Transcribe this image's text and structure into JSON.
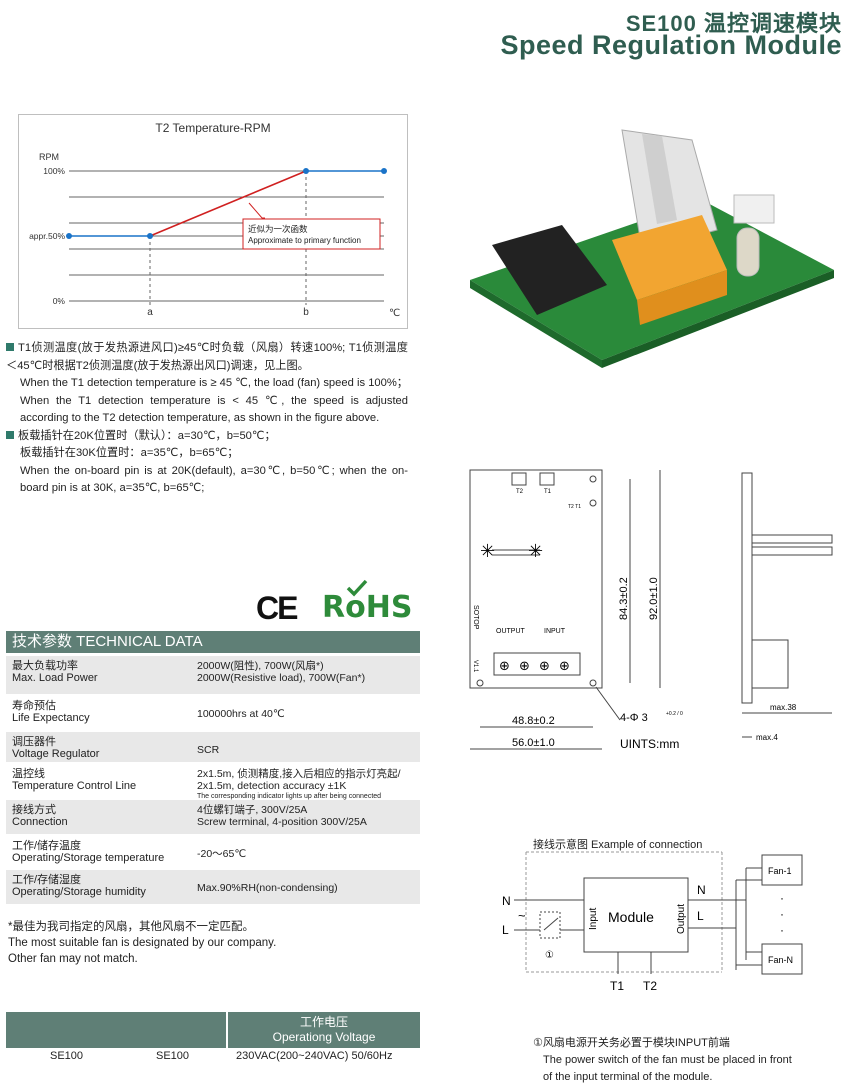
{
  "header": {
    "title_cn": "SE100 温控调速模块",
    "title_en": "Speed Regulation Module"
  },
  "chart_data": {
    "type": "line",
    "title": "T2 Temperature-RPM",
    "ylabel": "RPM",
    "xunit": "℃",
    "categories": [
      "",
      "a",
      "b",
      ""
    ],
    "y_tick_labels": [
      "100%",
      "appr.50%",
      "0%"
    ],
    "x_tick_labels": [
      "a",
      "b"
    ],
    "series": [
      {
        "color": "#1a73c8",
        "x": [
          0,
          1
        ],
        "y": [
          50,
          50
        ]
      },
      {
        "color": "#d02020",
        "x": [
          1,
          2
        ],
        "y": [
          50,
          100
        ]
      },
      {
        "color": "#1a73c8",
        "x": [
          2,
          3
        ],
        "y": [
          100,
          100
        ]
      }
    ],
    "points": [
      [
        0,
        50
      ],
      [
        1,
        50
      ],
      [
        2,
        100
      ],
      [
        3,
        100
      ]
    ],
    "ylim": [
      0,
      100
    ],
    "annotation": {
      "cn": "近似为一次函数",
      "en": "Approximate to primary function"
    }
  },
  "desc": {
    "p1_cn": "T1侦测温度(放于发热源进风口)≥45℃时负载（风扇）转速100%; T1侦测温度＜45℃时根据T2侦测温度(放于发热源出风口)调速，见上图。",
    "p1_en": "When the T1 detection temperature is ≥ 45 ℃, the load (fan) speed is 100%；When the T1 detection temperature is < 45 ℃, the speed is adjusted according to the T2 detection temperature, as shown in the figure above.",
    "p2_cn1": "板载插针在20K位置时（默认）：a=30℃，b=50℃；",
    "p2_cn2": "板载插针在30K位置时：a=35℃，b=65℃；",
    "p2_en": "When the on-board pin is at 20K(default), a=30℃, b=50℃; when the on-board pin is at 30K, a=35℃, b=65℃;"
  },
  "certs": {
    "ce": "CE",
    "rohs": "RoHS"
  },
  "tech": {
    "heading": "技术参数 TECHNICAL DATA",
    "rows": [
      {
        "k_cn": "最大负载功率",
        "k_en": "Max. Load Power",
        "v1": "2000W(阻性), 700W(风扇*)",
        "v2": "2000W(Resistive load), 700W(Fan*)",
        "v3": ""
      },
      {
        "k_cn": "寿命预估",
        "k_en": "Life Expectancy",
        "v1": "100000hrs at 40℃",
        "v2": "",
        "v3": ""
      },
      {
        "k_cn": "调压器件",
        "k_en": "Voltage Regulator",
        "v1": "SCR",
        "v2": "",
        "v3": ""
      },
      {
        "k_cn": "温控线",
        "k_en": "Temperature Control Line",
        "v1": "2x1.5m, 侦测精度,接入后相应的指示灯亮起/",
        "v2": "2x1.5m, detection accuracy ±1K",
        "v3": "The corresponding indicator lights up after being connected"
      },
      {
        "k_cn": "接线方式",
        "k_en": "Connection",
        "v1": "4位螺钉端子, 300V/25A",
        "v2": "Screw terminal, 4-position 300V/25A",
        "v3": ""
      },
      {
        "k_cn": "工作/储存温度",
        "k_en": "Operating/Storage temperature",
        "v1": "-20～65℃",
        "v2": "",
        "v3": ""
      },
      {
        "k_cn": "工作/存储湿度",
        "k_en": "Operating/Storage humidity",
        "v1": "Max.90%RH(non-condensing)",
        "v2": "",
        "v3": ""
      }
    ]
  },
  "note": {
    "l1": "*最佳为我司指定的风扇，其他风扇不一定匹配。",
    "l2": "The most suitable fan is designated by our company.",
    "l3": "Other fan may not match."
  },
  "voltage": {
    "head_cn": "工作电压",
    "head_en": "Operationg Voltage",
    "c1": "SE100",
    "c2": "SE100",
    "c3": "230VAC(200~240VAC) 50/60Hz"
  },
  "drawing": {
    "t2": "T2",
    "t1": "T1",
    "t2t1": "T2 T1",
    "output": "OUTPUT",
    "input": "INPUT",
    "sotop": "SOTOP",
    "model": "V1.1",
    "h_inner": "84.3±0.2",
    "h_outer": "92.0±1.0",
    "w_inner": "48.8±0.2",
    "w_outer": "56.0±1.0",
    "hole": "4-Φ 3",
    "hole_tol": "+0.2 / 0",
    "units": "UINTS:mm",
    "max38": "max.38",
    "max4": "max.4"
  },
  "connection": {
    "title": "接线示意图  Example of connection",
    "n_left": "N",
    "l_left": "L",
    "tilde": "~",
    "input": "Input",
    "module": "Module",
    "output": "Output",
    "n_right": "N",
    "l_right": "L",
    "fan1": "Fan-1",
    "fann": "Fan-N",
    "t1": "T1",
    "t2": "T2",
    "switch_mark": "①",
    "foot_cn": "①风扇电源开关务必置于模块INPUT前端",
    "foot_en1": "The power switch of the fan must be placed in front",
    "foot_en2": "of the input terminal of the module."
  }
}
